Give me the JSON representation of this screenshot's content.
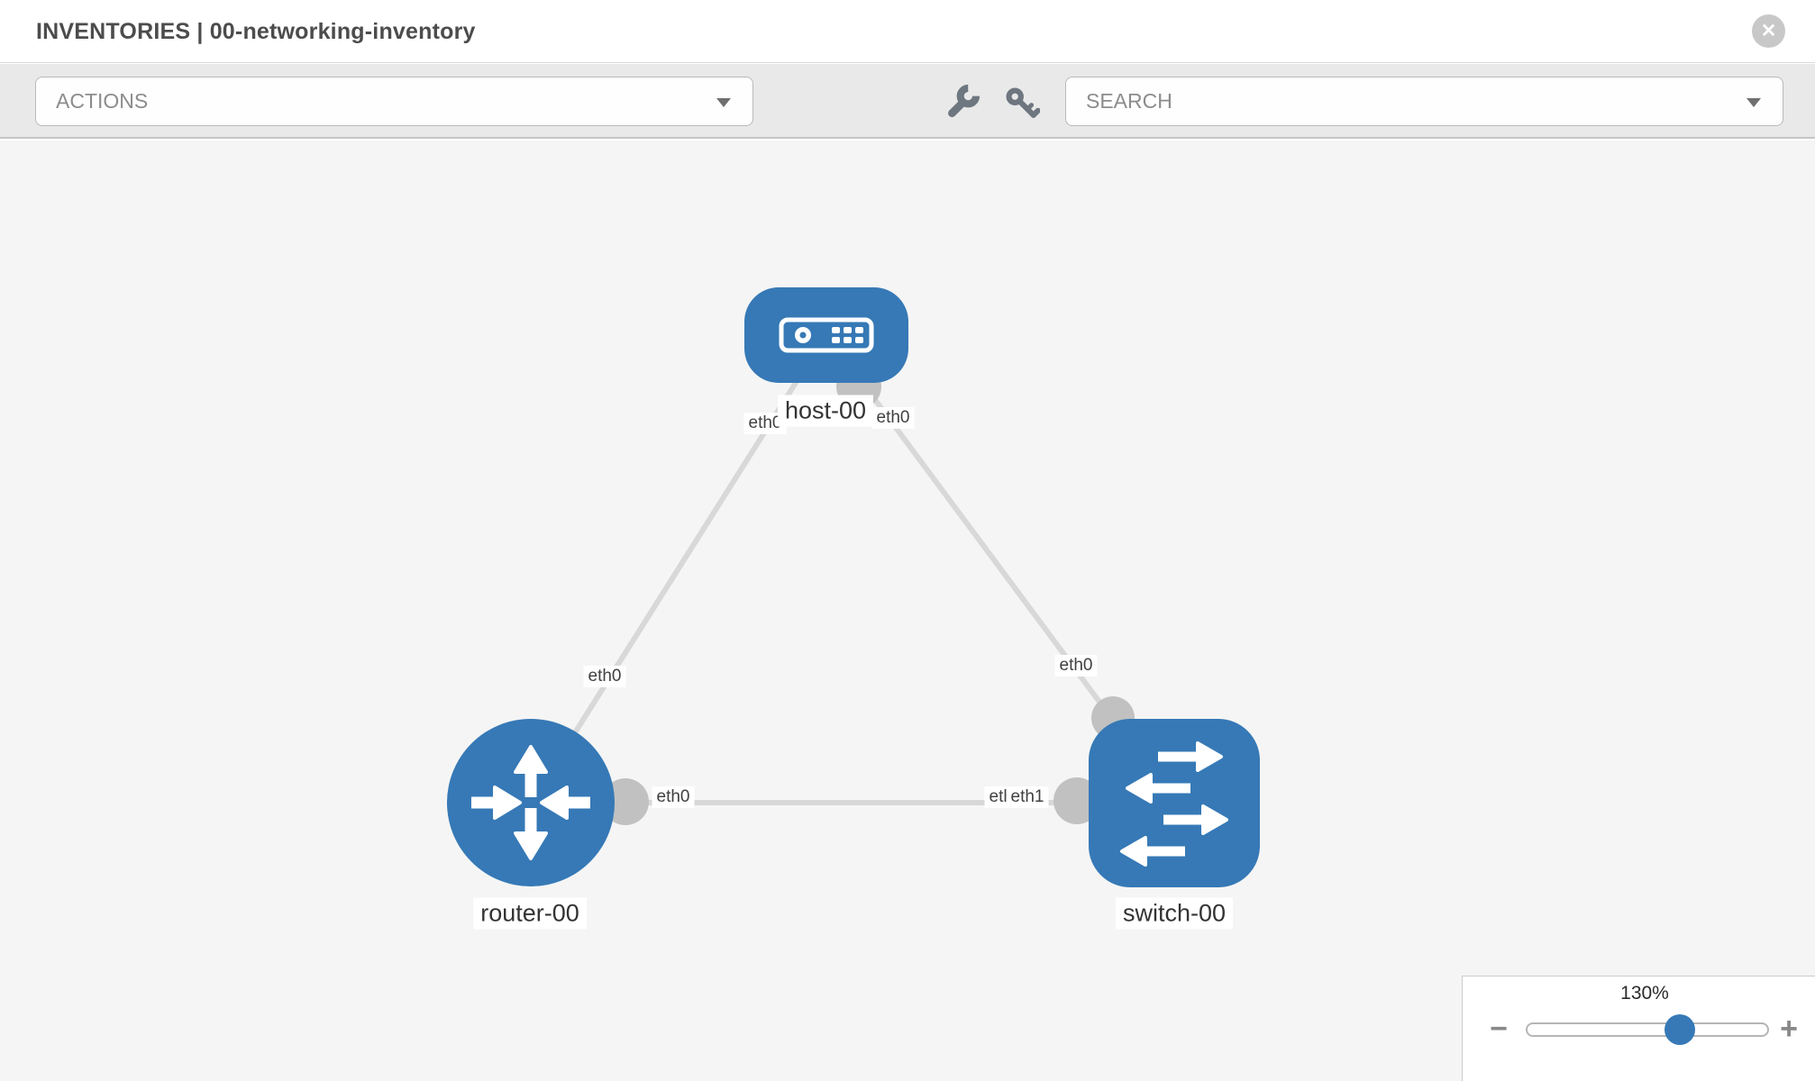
{
  "header": {
    "title": "INVENTORIES | 00-networking-inventory"
  },
  "toolbar": {
    "actions_label": "ACTIONS",
    "search_label": "SEARCH",
    "icons": [
      "wrench-icon",
      "key-icon"
    ]
  },
  "zoom_control": {
    "level": "130%",
    "minus_label": "−",
    "plus_label": "+"
  },
  "colors": {
    "node_blue": "#3679b6",
    "link_gray": "#d8d8d8",
    "endpoint_gray": "#c1c1c1",
    "toolbar_bg": "#e9e9e9",
    "canvas_bg": "#f5f5f5",
    "close_gray": "#c8c8c8"
  },
  "topology": {
    "nodes": [
      {
        "label": "host-00",
        "type": "host"
      },
      {
        "label": "router-00",
        "type": "router"
      },
      {
        "label": "switch-00",
        "type": "switch"
      }
    ],
    "links": [
      {
        "source": "host-00",
        "target": "router-00",
        "source_port": "eth0",
        "target_port": "eth0"
      },
      {
        "source": "host-00",
        "target": "switch-00",
        "source_port": "eth0",
        "target_port": "eth0"
      },
      {
        "source": "router-00",
        "target": "switch-00",
        "source_port": "eth0",
        "target_port": "eth1",
        "target_port_overlapped": "eth0"
      }
    ]
  }
}
